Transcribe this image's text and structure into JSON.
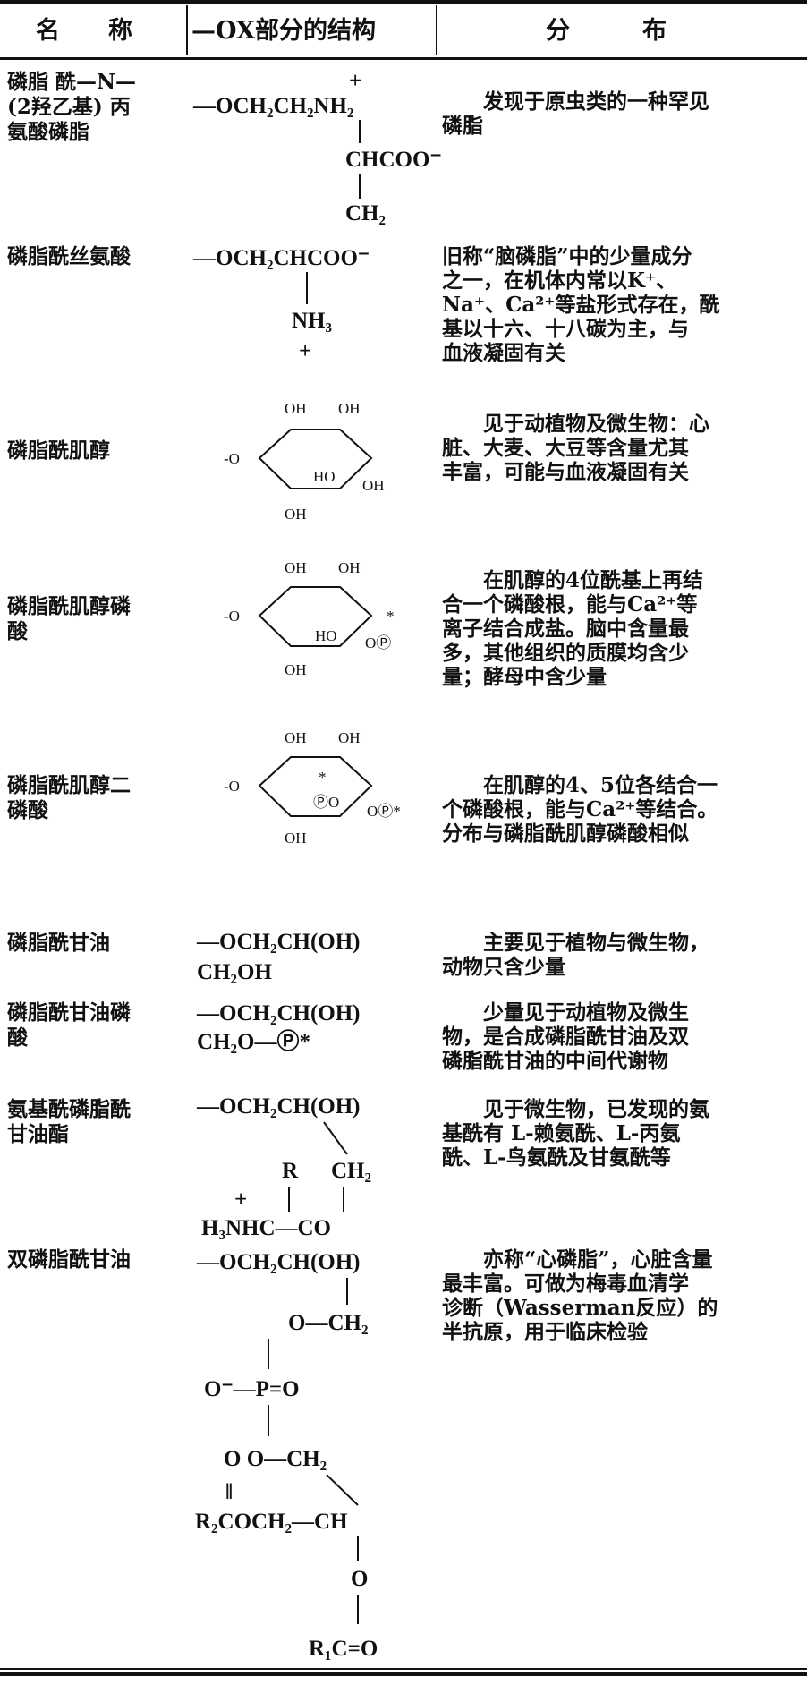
{
  "header": {
    "name": "名　　称",
    "structure": "—OX部分的结构",
    "distribution": "分　　　布"
  },
  "rows": [
    {
      "name": [
        "磷脂 酰—N—",
        "(2羟乙基) 丙",
        "氨酸磷脂"
      ],
      "structure": [
        "+",
        "—OCH₂CH₂NH₂",
        "CHCOO⁻",
        "CH₂"
      ],
      "desc": [
        "发现于原虫类的一种罕见",
        "磷脂"
      ]
    },
    {
      "name": [
        "磷脂酰丝氨酸"
      ],
      "structure": [
        "—OCH₂CHCOO⁻",
        "NH₃",
        "+"
      ],
      "desc": [
        "旧称“脑磷脂”中的少量成分",
        "之一，在机体内常以K⁺、",
        "Na⁺、Ca²⁺等盐形式存在，酰",
        "基以十六、十八碳为主，与",
        "血液凝固有关"
      ]
    },
    {
      "name": [
        "磷脂酰肌醇"
      ],
      "structure": [
        "-O",
        "OH",
        "OH",
        "HO",
        "OH",
        "OH"
      ],
      "desc": [
        "见于动植物及微生物：心",
        "脏、大麦、大豆等含量尤其",
        "丰富，可能与血液凝固有关"
      ]
    },
    {
      "name": [
        "磷脂酰肌醇磷",
        "酸"
      ],
      "structure": [
        "-O",
        "OH",
        "OH",
        "HO",
        "OⓅ",
        "*",
        "OH"
      ],
      "desc": [
        "在肌醇的4位酰基上再结",
        "合一个磷酸根，能与Ca²⁺等",
        "离子结合成盐。脑中含量最",
        "多，其他组织的质膜均含少",
        "量；酵母中含少量"
      ]
    },
    {
      "name": [
        "磷脂酰肌醇二",
        "磷酸"
      ],
      "structure": [
        "-O",
        "OH",
        "OH",
        "ⓅO",
        "*",
        "OⓅ*",
        "OH"
      ],
      "desc": [
        "在肌醇的4、5位各结合一",
        "个磷酸根，能与Ca²⁺等结合。",
        "分布与磷脂酰肌醇磷酸相似"
      ]
    },
    {
      "name": [
        "磷脂酰甘油"
      ],
      "structure": [
        "—OCH₂CH(OH)",
        "CH₂OH"
      ],
      "desc": [
        "主要见于植物与微生物，",
        "动物只含少量"
      ]
    },
    {
      "name": [
        "磷脂酰甘油磷",
        "酸"
      ],
      "structure": [
        "—OCH₂CH(OH)",
        "CH₂O—Ⓟ*"
      ],
      "desc": [
        "少量见于动植物及微生",
        "物，是合成磷脂酰甘油及双",
        "磷脂酰甘油的中间代谢物"
      ]
    },
    {
      "name": [
        "氨基酰磷脂酰",
        "甘油酯"
      ],
      "structure": [
        "—OCH₂CH(OH)",
        "R",
        "CH₂",
        "+",
        "H₃NHC—CO"
      ],
      "desc": [
        "见于微生物，已发现的氨",
        "基酰有 L-赖氨酰、L-丙氨",
        "酰、L-鸟氨酰及甘氨酰等"
      ]
    },
    {
      "name": [
        "双磷脂酰甘油"
      ],
      "structure": [
        "—OCH₂CH(OH)",
        "O—CH₂",
        "O⁻—P=O",
        "O O—CH₂",
        "‖",
        "R₂COCH₂—CH",
        "O",
        "R₁C=O"
      ],
      "desc": [
        "亦称“心磷脂”，心脏含量",
        "最丰富。可做为梅毒血清学",
        "诊断（Wasserman反应）的",
        "半抗原，用于临床检验"
      ]
    }
  ]
}
